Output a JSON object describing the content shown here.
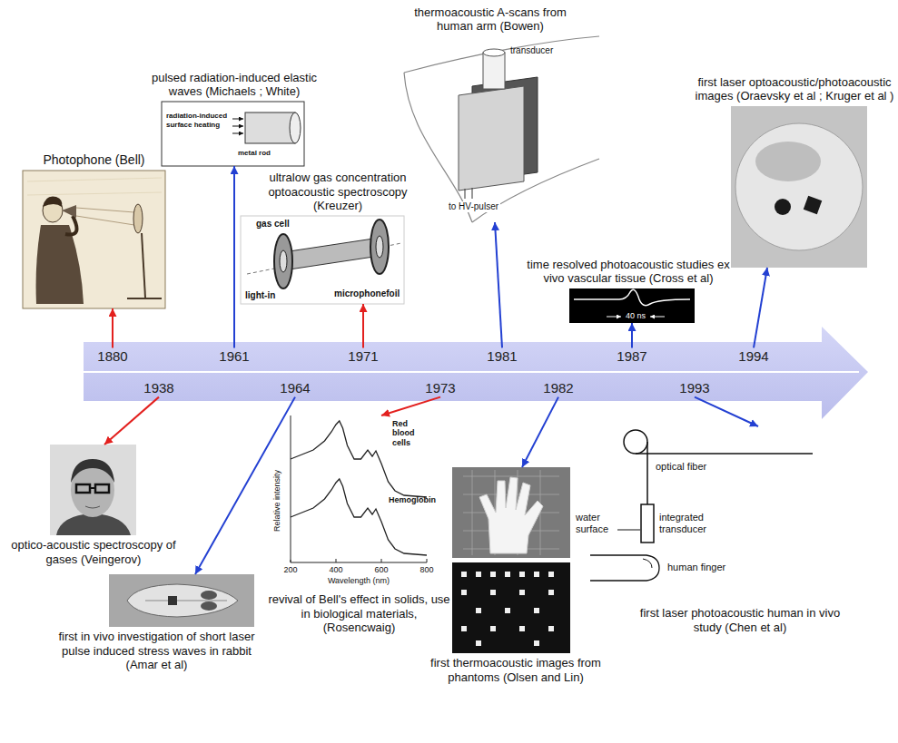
{
  "diagram": {
    "nodes": [
      {
        "text": [
          "Photophone (Bell)"
        ]
      },
      {
        "text": [
          "pulsed radiation-induced elastic waves (Michaels ; White)"
        ]
      },
      {
        "text": [
          "ultralow gas concentration optoacoustic spectroscopy (Kreuzer)"
        ]
      },
      {
        "text": [
          "thermoacoustic A-scans from human arm (Bowen)"
        ]
      },
      {
        "text": [
          "time resolved photoacoustic studies ex vivo vascular tissue (Cross et al)"
        ]
      },
      {
        "text": [
          "first laser optoacoustic/photoacoustic images (Oraevsky et al ; Kruger et al )"
        ]
      },
      {
        "text": [
          "1880"
        ]
      },
      {
        "text": [
          "1961"
        ]
      },
      {
        "text": [
          "1971"
        ]
      },
      {
        "text": [
          "1981"
        ]
      },
      {
        "text": [
          "1987"
        ]
      },
      {
        "text": [
          "1994"
        ]
      },
      {
        "text": [
          "1938"
        ]
      },
      {
        "text": [
          "1964"
        ]
      },
      {
        "text": [
          "1973"
        ]
      },
      {
        "text": [
          "1982"
        ]
      },
      {
        "text": [
          "1993"
        ]
      },
      {
        "text": [
          "optico-acoustic spectroscopy of gases (Veingerov)"
        ]
      },
      {
        "text": [
          "first in vivo investigation of short laser pulse induced stress waves in rabbit (Amar et al)"
        ]
      },
      {
        "text": [
          "revival of Bell's effect in solids, use in biological materials, (Rosencwaig)"
        ]
      },
      {
        "text": [
          "first thermoacoustic images from phantoms (Olsen and Lin)"
        ]
      },
      {
        "text": [
          "first laser photoacoustic human in vivo study (Chen et al)"
        ]
      }
    ],
    "edges": [
      {
        "from": 6,
        "to": 0,
        "arrow": "to"
      },
      {
        "from": 7,
        "to": 1,
        "arrow": "to"
      },
      {
        "from": 8,
        "to": 2,
        "arrow": "to"
      },
      {
        "from": 9,
        "to": 3,
        "arrow": "to"
      },
      {
        "from": 10,
        "to": 4,
        "arrow": "to"
      },
      {
        "from": 11,
        "to": 5,
        "arrow": "to"
      },
      {
        "from": 12,
        "to": 17,
        "arrow": "to"
      },
      {
        "from": 13,
        "to": 18,
        "arrow": "to"
      },
      {
        "from": 14,
        "to": 19,
        "arrow": "to"
      },
      {
        "from": 15,
        "to": 20,
        "arrow": "to"
      },
      {
        "from": 16,
        "to": 21,
        "arrow": "to"
      }
    ],
    "labels": [
      "radiation-induced",
      "surface heating",
      "metal rod",
      "transducer",
      "to HV-pulser",
      "gas cell",
      "light-in",
      "microphonefoil",
      "40 ns",
      "Red blood cells",
      "Hemoglobin",
      "Relative intensity",
      "200",
      "400",
      "600",
      "800",
      "Wavelength (nm)",
      "optical fiber",
      "water surface",
      "integrated transducer",
      "human finger"
    ]
  }
}
